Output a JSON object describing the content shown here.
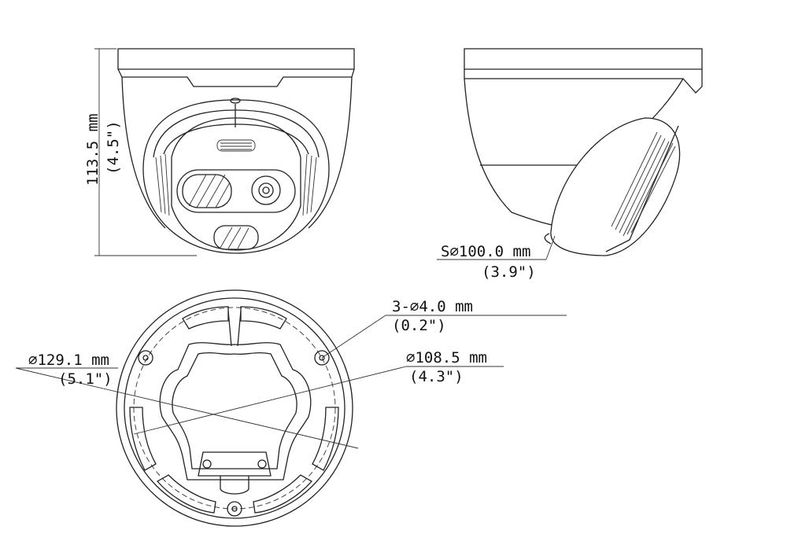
{
  "dimensions": {
    "height": {
      "metric": "113.5 mm",
      "imperial": "(4.5\")"
    },
    "sphere": {
      "metric": "S∅100.0 mm",
      "imperial": "(3.9\")"
    },
    "holes": {
      "metric": "3-∅4.0 mm",
      "imperial": "(0.2\")"
    },
    "outer": {
      "metric": "∅129.1 mm",
      "imperial": "(5.1\")"
    },
    "bolt_circle": {
      "metric": "∅108.5 mm",
      "imperial": "(4.3\")"
    }
  }
}
